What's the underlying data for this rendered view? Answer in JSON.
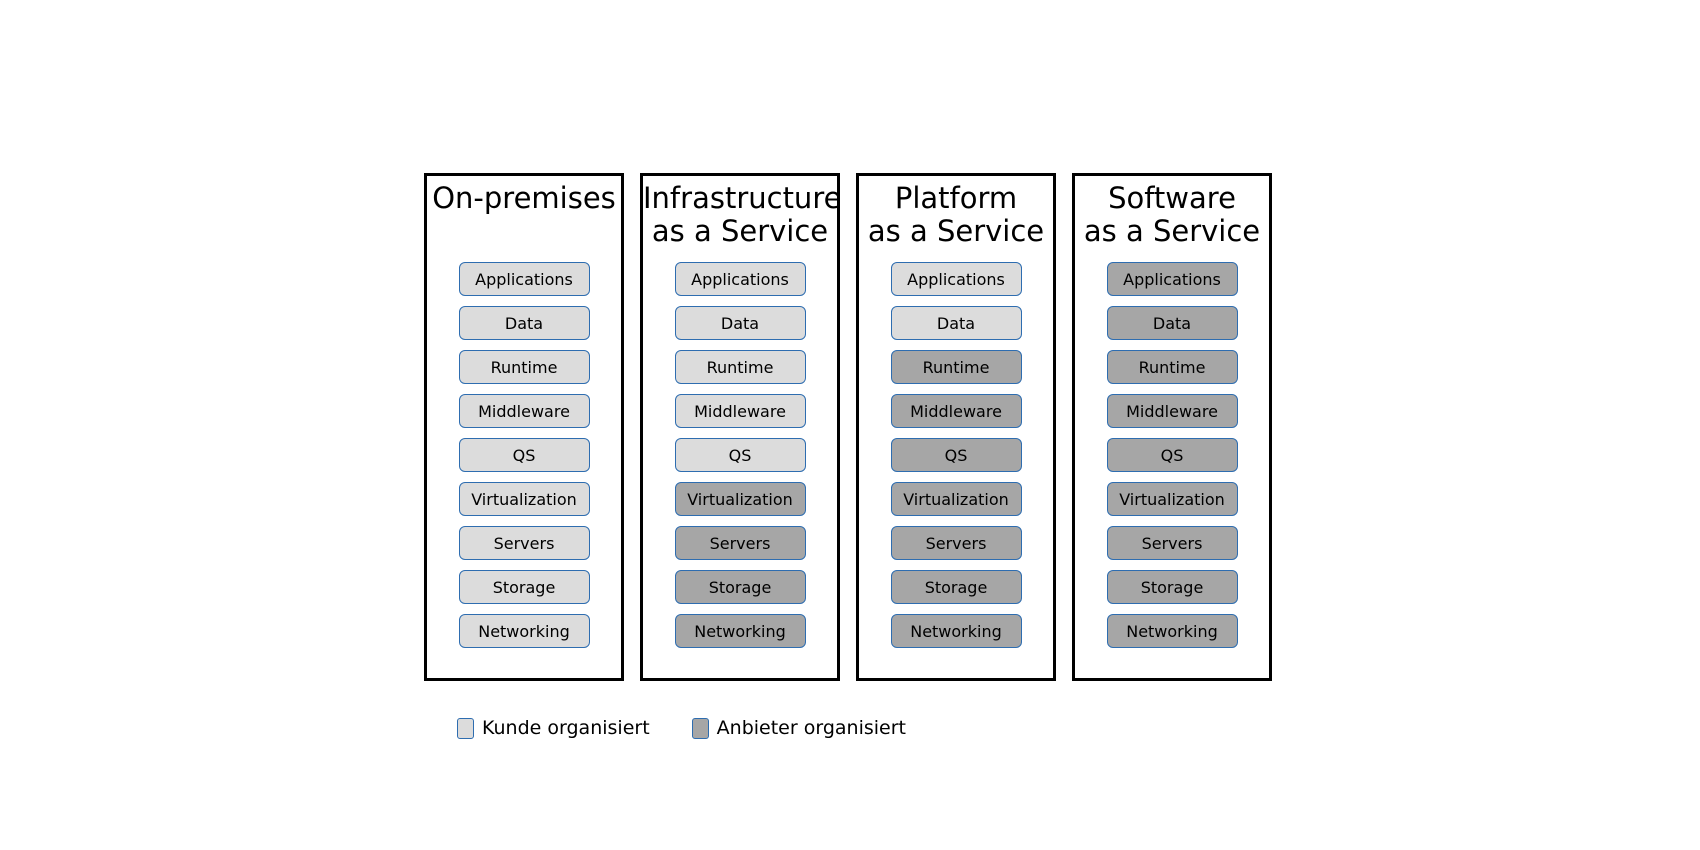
{
  "colors": {
    "customer": "#dcdcdc",
    "provider": "#a6a6a6",
    "border": "#2e6db0"
  },
  "columns": [
    {
      "title": [
        "On-premises"
      ],
      "layers": [
        {
          "label": "Applications",
          "managed_by": "customer"
        },
        {
          "label": "Data",
          "managed_by": "customer"
        },
        {
          "label": "Runtime",
          "managed_by": "customer"
        },
        {
          "label": "Middleware",
          "managed_by": "customer"
        },
        {
          "label": "QS",
          "managed_by": "customer"
        },
        {
          "label": "Virtualization",
          "managed_by": "customer"
        },
        {
          "label": "Servers",
          "managed_by": "customer"
        },
        {
          "label": "Storage",
          "managed_by": "customer"
        },
        {
          "label": "Networking",
          "managed_by": "customer"
        }
      ]
    },
    {
      "title": [
        "Infrastructure",
        "as a Service"
      ],
      "layers": [
        {
          "label": "Applications",
          "managed_by": "customer"
        },
        {
          "label": "Data",
          "managed_by": "customer"
        },
        {
          "label": "Runtime",
          "managed_by": "customer"
        },
        {
          "label": "Middleware",
          "managed_by": "customer"
        },
        {
          "label": "QS",
          "managed_by": "customer"
        },
        {
          "label": "Virtualization",
          "managed_by": "provider"
        },
        {
          "label": "Servers",
          "managed_by": "provider"
        },
        {
          "label": "Storage",
          "managed_by": "provider"
        },
        {
          "label": "Networking",
          "managed_by": "provider"
        }
      ]
    },
    {
      "title": [
        "Platform",
        "as a Service"
      ],
      "layers": [
        {
          "label": "Applications",
          "managed_by": "customer"
        },
        {
          "label": "Data",
          "managed_by": "customer"
        },
        {
          "label": "Runtime",
          "managed_by": "provider"
        },
        {
          "label": "Middleware",
          "managed_by": "provider"
        },
        {
          "label": "QS",
          "managed_by": "provider"
        },
        {
          "label": "Virtualization",
          "managed_by": "provider"
        },
        {
          "label": "Servers",
          "managed_by": "provider"
        },
        {
          "label": "Storage",
          "managed_by": "provider"
        },
        {
          "label": "Networking",
          "managed_by": "provider"
        }
      ]
    },
    {
      "title": [
        "Software",
        "as a Service"
      ],
      "layers": [
        {
          "label": "Applications",
          "managed_by": "provider"
        },
        {
          "label": "Data",
          "managed_by": "provider"
        },
        {
          "label": "Runtime",
          "managed_by": "provider"
        },
        {
          "label": "Middleware",
          "managed_by": "provider"
        },
        {
          "label": "QS",
          "managed_by": "provider"
        },
        {
          "label": "Virtualization",
          "managed_by": "provider"
        },
        {
          "label": "Servers",
          "managed_by": "provider"
        },
        {
          "label": "Storage",
          "managed_by": "provider"
        },
        {
          "label": "Networking",
          "managed_by": "provider"
        }
      ]
    }
  ],
  "legend": {
    "customer_label": "Kunde organisiert",
    "provider_label": "Anbieter organisiert"
  }
}
